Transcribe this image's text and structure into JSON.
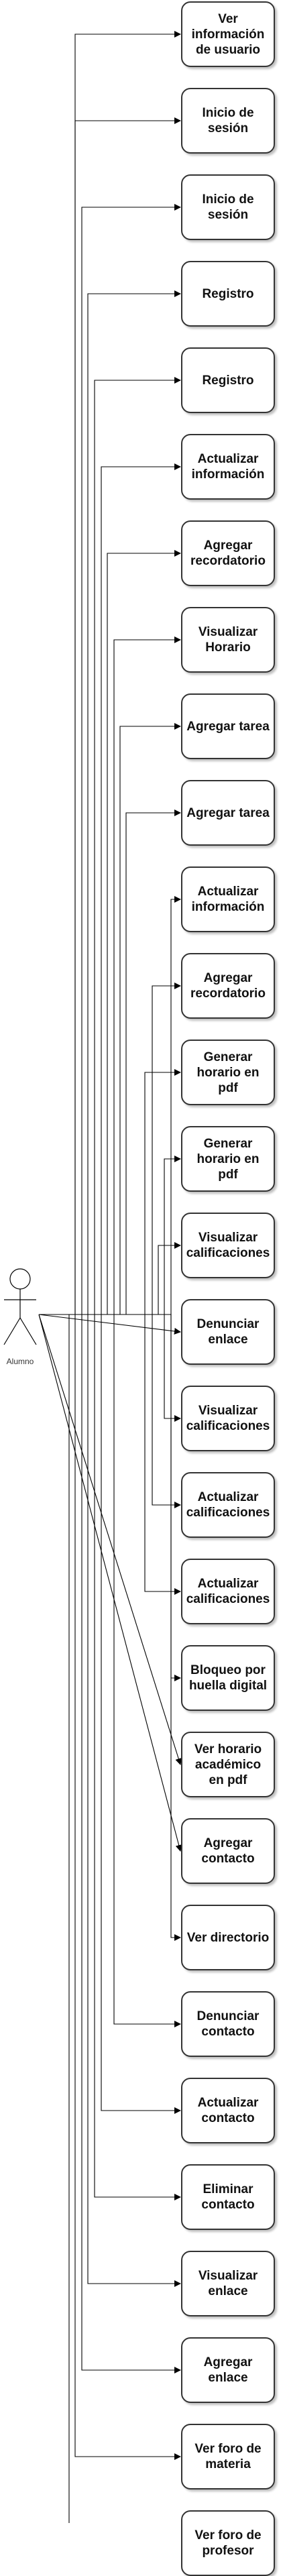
{
  "actor": {
    "name": "Alumno"
  },
  "use_cases": [
    {
      "label": "Ver información de usuario"
    },
    {
      "label": "Inicio de sesión"
    },
    {
      "label": "Inicio de sesión"
    },
    {
      "label": "Registro"
    },
    {
      "label": "Registro"
    },
    {
      "label": "Actualizar información"
    },
    {
      "label": "Agregar recordatorio"
    },
    {
      "label": "Visualizar Horario"
    },
    {
      "label": "Agregar tarea"
    },
    {
      "label": "Agregar tarea"
    },
    {
      "label": "Actualizar información"
    },
    {
      "label": "Agregar recordatorio"
    },
    {
      "label": "Generar horario en pdf"
    },
    {
      "label": "Generar horario en pdf"
    },
    {
      "label": "Visualizar calificaciones"
    },
    {
      "label": "Denunciar enlace"
    },
    {
      "label": "Visualizar calificaciones"
    },
    {
      "label": "Actualizar calificaciones"
    },
    {
      "label": "Actualizar calificaciones"
    },
    {
      "label": "Bloqueo por huella digital"
    },
    {
      "label": "Ver horario académico en pdf"
    },
    {
      "label": "Agregar contacto"
    },
    {
      "label": "Ver directorio"
    },
    {
      "label": "Denunciar contacto"
    },
    {
      "label": "Actualizar contacto"
    },
    {
      "label": "Eliminar contacto"
    },
    {
      "label": "Visualizar enlace"
    },
    {
      "label": "Agregar enlace"
    },
    {
      "label": "Ver foro de materia"
    },
    {
      "label": "Ver foro de profesor"
    }
  ]
}
